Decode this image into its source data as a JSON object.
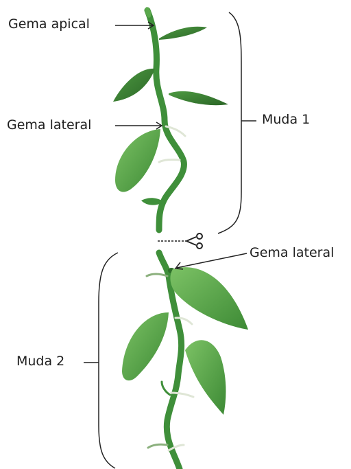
{
  "labels": {
    "gema_apical": "Gema apical",
    "gema_lateral_top": "Gema lateral",
    "muda_1": "Muda 1",
    "gema_lateral_bottom": "Gema lateral",
    "muda_2": "Muda 2"
  },
  "colors": {
    "stem": "#3f8f3a",
    "leaf": "#5aa84c",
    "leaf_dark": "#2f6e2b",
    "line": "#222222"
  }
}
